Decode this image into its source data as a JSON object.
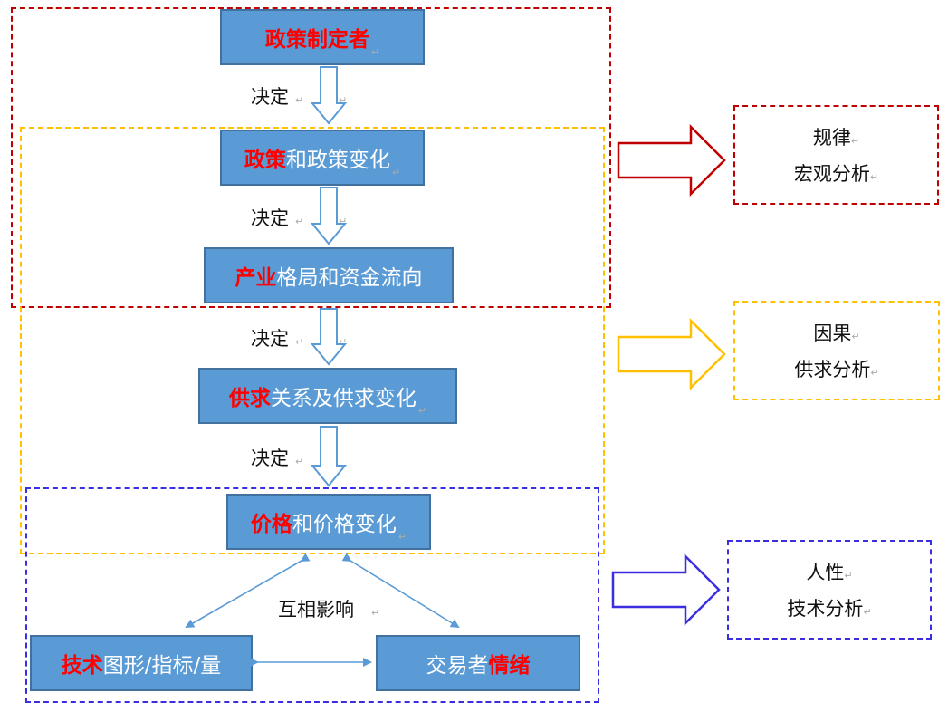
{
  "boxes": {
    "policymaker": {
      "highlight": "政策制定者",
      "rest": ""
    },
    "policy": {
      "highlight": "政策",
      "rest": "和政策变化"
    },
    "industry": {
      "highlight": "产业",
      "rest": "格局和资金流向"
    },
    "supply": {
      "highlight": "供求",
      "rest": "关系及供求变化"
    },
    "price": {
      "highlight": "价格",
      "rest": "和价格变化"
    },
    "technical": {
      "highlight": "技术",
      "rest": "图形/指标/量"
    },
    "sentiment": {
      "prefix": "交易者",
      "highlight": "情绪"
    }
  },
  "arrow_labels": {
    "decide_1": "决定",
    "decide_2": "决定",
    "decide_3": "决定",
    "decide_4": "决定",
    "interaction": "互相影响"
  },
  "notes": {
    "macro": {
      "line1": "规律",
      "line2": "宏观分析"
    },
    "causal": {
      "line1": "因果",
      "line2": "供求分析"
    },
    "human": {
      "line1": "人性",
      "line2": "技术分析"
    }
  },
  "paragraph_mark": "↵",
  "colors": {
    "box_fill": "#5b9bd5",
    "highlight": "#ff0000",
    "macro_frame": "#c00000",
    "causal_frame": "#ffc000",
    "human_frame": "#3b2ee0"
  }
}
